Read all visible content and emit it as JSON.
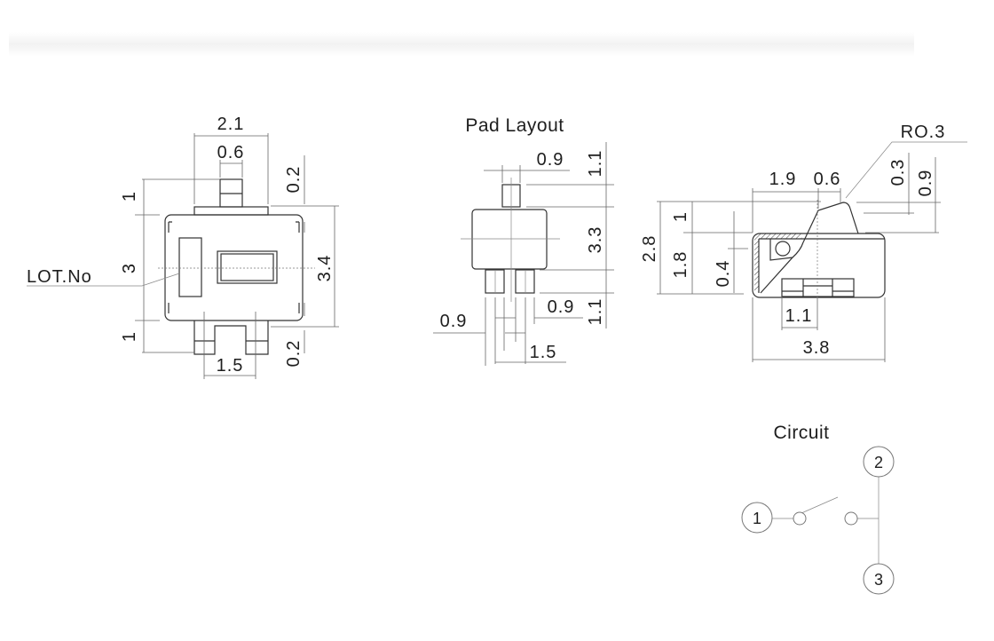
{
  "front_view": {
    "dims": {
      "width_total": "2.1",
      "actuator_width": "0.6",
      "top_gap": "0.2",
      "top_offset": "1",
      "body_height": "3",
      "bottom_offset": "1",
      "overall_height": "3.4",
      "bottom_gap": "0.2",
      "terminal_pitch": "1.5"
    },
    "lot_label": "LOT.No"
  },
  "pad_layout": {
    "title": "Pad Layout",
    "dims": {
      "top_pad_width": "0.9",
      "top_pad_height": "1.1",
      "body_span": "3.3",
      "bottom_pad_height": "1.1",
      "left_pad_width": "0.9",
      "right_pad_width": "0.9",
      "pad_pitch": "1.5"
    }
  },
  "side_view": {
    "radius_label": "RO.3",
    "dims": {
      "to_actuator": "1.9",
      "actuator_top": "0.6",
      "radius_drop": "0.3",
      "actuator_height": "0.9",
      "overall_height": "2.8",
      "actuator_offset": "1",
      "body_height": "1.8",
      "pocket_height": "0.4",
      "terminal_offset": "1.1",
      "overall_length": "3.8"
    }
  },
  "circuit": {
    "title": "Circuit",
    "terminals": [
      "1",
      "2",
      "3"
    ]
  }
}
